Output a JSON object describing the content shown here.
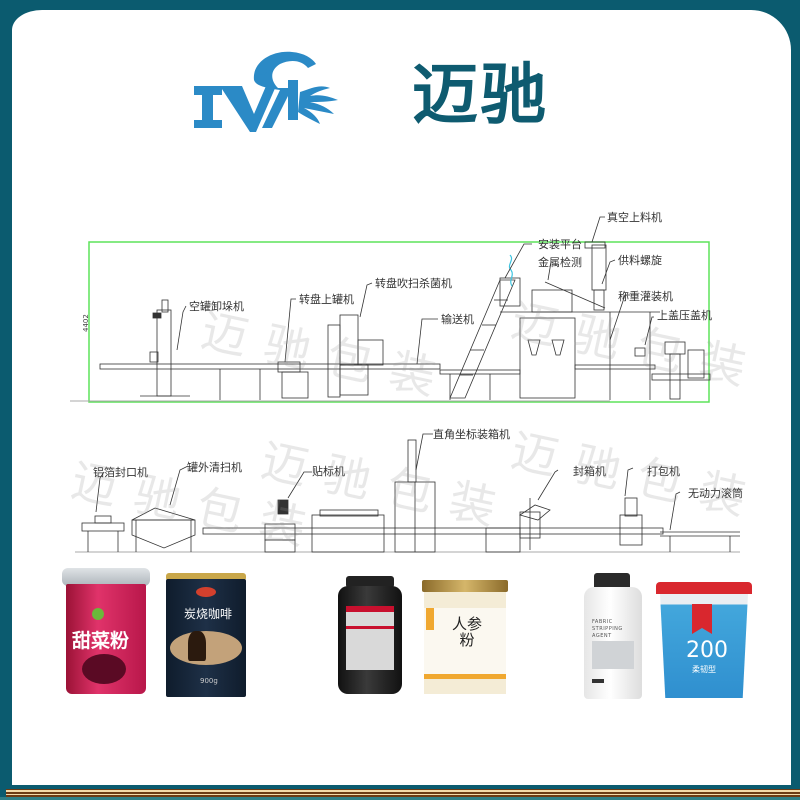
{
  "header": {
    "logo_text": "MC",
    "brand_name": "迈驰",
    "brand_color": "#0e5b70",
    "logo_color": "#2b8ac6"
  },
  "frame": {
    "border_color": "#0b5b6f",
    "stripe_colors": [
      "#6b3a14",
      "#f3d9a8"
    ]
  },
  "line1": {
    "dimension_label": "4402",
    "border_color": "#5de35a",
    "labels": [
      {
        "id": "empty-can-unloader",
        "text": "空罐卸垛机"
      },
      {
        "id": "turntable-can-loader",
        "text": "转盘上罐机"
      },
      {
        "id": "turntable-sterilizer",
        "text": "转盘吹扫杀菌机"
      },
      {
        "id": "conveyor",
        "text": "输送机"
      },
      {
        "id": "install-platform",
        "text": "安装平台"
      },
      {
        "id": "metal-detector",
        "text": "金属检测"
      },
      {
        "id": "vacuum-feeder",
        "text": "真空上料机"
      },
      {
        "id": "feed-screw",
        "text": "供料螺旋"
      },
      {
        "id": "weigh-filler",
        "text": "称重灌装机"
      },
      {
        "id": "capping-machine",
        "text": "上盖压盖机"
      }
    ]
  },
  "line2": {
    "labels": [
      {
        "id": "foil-sealer",
        "text": "铝箔封口机"
      },
      {
        "id": "can-cleaner",
        "text": "罐外清扫机"
      },
      {
        "id": "labeler",
        "text": "贴标机"
      },
      {
        "id": "cartesian-case-packer",
        "text": "直角坐标装箱机"
      },
      {
        "id": "case-sealer",
        "text": "封箱机"
      },
      {
        "id": "strapping-machine",
        "text": "打包机"
      },
      {
        "id": "roller-conveyor",
        "text": "无动力滚筒"
      }
    ]
  },
  "watermark": {
    "text": "迈驰包装"
  },
  "products": [
    {
      "id": "beet-powder",
      "label": "甜菜粉",
      "type": "pink-can"
    },
    {
      "id": "charcoal-coffee",
      "label": "炭烧咖啡",
      "sublabel": "900g",
      "type": "dark-tin"
    },
    {
      "id": "protein-jar",
      "label": "",
      "type": "black-jar"
    },
    {
      "id": "ginseng-powder",
      "label": "人参粉",
      "type": "clear-jar"
    },
    {
      "id": "fabric-agent",
      "label": "FABRIC STRIPPING AGENT",
      "type": "white-bottle"
    },
    {
      "id": "paint-bucket",
      "label": "200",
      "sublabel": "柔韧型",
      "type": "bucket"
    }
  ]
}
